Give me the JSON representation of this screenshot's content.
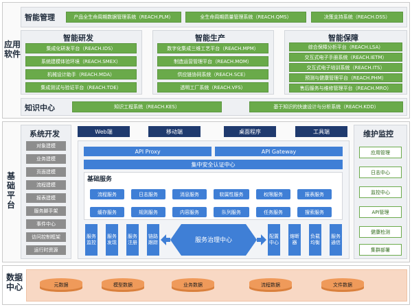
{
  "app_layer": {
    "label": "应用\n软件",
    "intelligent_management": {
      "title": "智能管理",
      "items": [
        "产品全生命周期数据管理系统（REACH.PLM）",
        "全生命周期质量管理系统（REACH.QMS）",
        "决策支持系统（REACH.DSS）"
      ]
    },
    "rnd": {
      "title": "智能研发",
      "items": [
        "集成化研发平台（REACH.IDS）",
        "系统建模体验环境（REACH.SMEX）",
        "机械设计助手（REACH.MDA）",
        "集成测试与验证平台（REACH.TDE）"
      ]
    },
    "production": {
      "title": "智能生产",
      "items": [
        "数字化集成三维工艺平台（REACH.MPM）",
        "制造运营管理平台（REACH.MOM）",
        "供应链协同系统（REACH.SCE）",
        "透明工厂系统（REACH.VFS）"
      ]
    },
    "support": {
      "title": "智能保障",
      "items": [
        "综合保障分析平台（REACH.LSA）",
        "交互式电子手册系统（REACH.IETM）",
        "交互式电子培训系统（REACH.ITS）",
        "预测与健康管理平台（REACH.PHM）",
        "售后服务与维修管理平台（REACH.MRO）"
      ]
    },
    "knowledge": {
      "title": "知识中心",
      "items": [
        "知识工程系统（REACH.KES）",
        "基于知识的快速设计与分析系统（REACH.KDD）"
      ]
    }
  },
  "base_layer": {
    "label": "基\n础\n平\n台",
    "dev": {
      "title": "系统开发",
      "items": [
        "对象建模",
        "业务建模",
        "页面建模",
        "流程建模",
        "报表建模",
        "服务脚手架",
        "事件中心",
        "访问控制框架",
        "运行时资源"
      ]
    },
    "clients": [
      "Web端",
      "移动端",
      "桌面程序",
      "工具端"
    ],
    "api_proxy": "API Proxy",
    "api_gateway": "API Gateway",
    "auth": "集中安全认证中心",
    "basic_services": {
      "title": "基础服务",
      "row1": [
        "流程服务",
        "日志服务",
        "消息服务",
        "软属性服务",
        "权限服务",
        "报表服务"
      ],
      "row2": [
        "缓存服务",
        "规则服务",
        "内容服务",
        "队列服务",
        "任务服务",
        "搜索服务"
      ]
    },
    "governance": {
      "center": "服务治理中心",
      "left": [
        "服务监控",
        "服务发现",
        "服务注册",
        "链路跟踪"
      ],
      "right": [
        "配置中心",
        "熔断器",
        "负载均衡",
        "服务通信"
      ]
    },
    "ops": {
      "title": "维护监控",
      "items": [
        "应用管理",
        "日志中心",
        "监控中心",
        "API管理",
        "健康检测",
        "集群部署"
      ]
    }
  },
  "data_layer": {
    "label": "数据\n中心",
    "items": [
      "元数据",
      "模型数据",
      "业务数据",
      "流程数据",
      "文件数据"
    ]
  },
  "colors": {
    "green": "#6aaa4a",
    "navy": "#1f3a6e",
    "blue": "#3f7fd6",
    "grey": "#8d8d8d",
    "orange": "#ef9a5a",
    "peach": "#f8d8c4"
  }
}
